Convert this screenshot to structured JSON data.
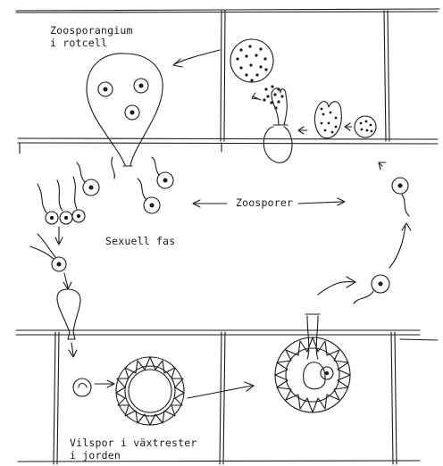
{
  "labels": {
    "zoosporangium_line1": "Zoosporangium",
    "zoosporangium_line2": "i rotcell",
    "zoosporer": "Zoosporer",
    "sexuell_fas": "Sexuell fas",
    "vilspor_line1": "Vilspor i växtrester",
    "vilspor_line2": "i jorden"
  },
  "colors": {
    "ink": "#1a1a1a",
    "background": "#ffffff"
  }
}
